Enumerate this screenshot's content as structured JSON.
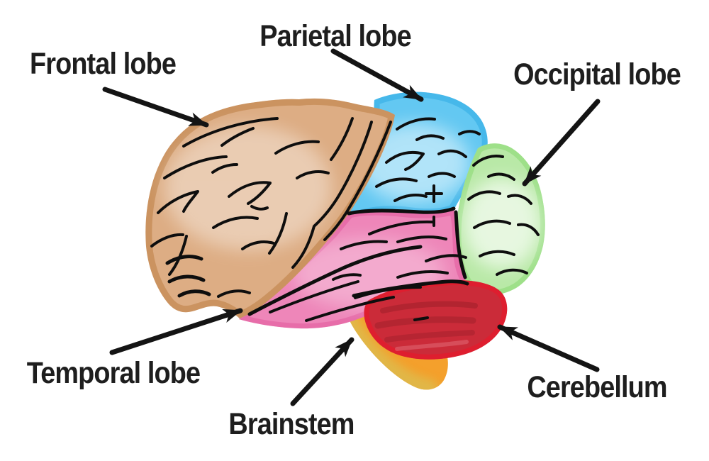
{
  "figure": {
    "background": "#ffffff",
    "text_color": "#1e1e1e",
    "arrow_color": "#141414",
    "sulci_color": "#0e0e0e"
  },
  "regions": {
    "frontal": {
      "label": "Frontal lobe",
      "color": "#ddad84",
      "edge": "#bb7d43"
    },
    "parietal": {
      "label": "Parietal lobe",
      "color": "#63c8f2",
      "edge": "#2fabe4"
    },
    "occipital": {
      "label": "Occipital lobe",
      "color": "#b9e9a7",
      "edge": "#8cdb75"
    },
    "temporal": {
      "label": "Temporal lobe",
      "color": "#ee86b9",
      "edge": "#e0549a"
    },
    "cerebellum": {
      "label": "Cerebellum",
      "color": "#cb2b39",
      "edge": "#e51a2b"
    },
    "brainstem": {
      "label": "Brainstem",
      "color": "#f4a02c",
      "edge": "#e0b84a"
    }
  }
}
